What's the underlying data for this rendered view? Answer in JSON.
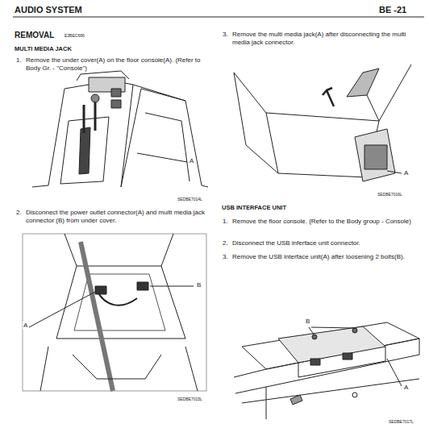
{
  "diagram": {
    "labels": [
      "AUDIO SYSTEM",
      "BE -21",
      "REMOVAL",
      "E3BEC666",
      "MULTI MEDIA JACK",
      "1.",
      "Remove the under cover(A) on the floor console(A). (Refer to Body Gr. - \"Console\")",
      "A",
      "SEDBE7014L",
      "2.",
      "Disconnect the power outlet connector(A) and multi media jack connector (B) from under cover.",
      "A",
      "B",
      "SEDBE7015L",
      "3.",
      "Remove the multi media jack(A) after disconnecting the multi media jack connector.",
      "A",
      "SEDBE7016L",
      "USB INTERFACE UNIT",
      "1.",
      "Remove the floor console. (Refer to the Body group - Console)",
      "2.",
      "Disconnect the USB inferface unit connector.",
      "3.",
      "Remove the USB interface unit(A) after loosening 2 bolts(B).",
      "B",
      "A",
      "SEDBE7017L"
    ]
  }
}
